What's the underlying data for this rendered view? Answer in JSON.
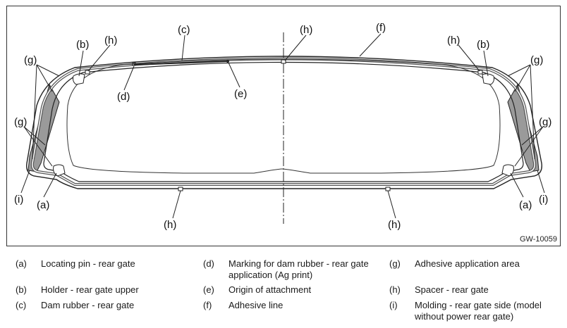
{
  "figure_id": "GW-10059",
  "callouts": {
    "a": "(a)",
    "b": "(b)",
    "c": "(c)",
    "d": "(d)",
    "e": "(e)",
    "f": "(f)",
    "g": "(g)",
    "h": "(h)",
    "i": "(i)"
  },
  "legend": [
    {
      "key": "(a)",
      "text": "Locating pin - rear gate"
    },
    {
      "key": "(b)",
      "text": "Holder - rear gate upper"
    },
    {
      "key": "(c)",
      "text": "Dam rubber - rear gate"
    },
    {
      "key": "(d)",
      "text": "Marking for dam rubber - rear gate application (Ag print)"
    },
    {
      "key": "(e)",
      "text": "Origin of attachment"
    },
    {
      "key": "(f)",
      "text": "Adhesive line"
    },
    {
      "key": "(g)",
      "text": "Adhesive application area"
    },
    {
      "key": "(h)",
      "text": "Spacer - rear gate"
    },
    {
      "key": "(i)",
      "text": "Molding - rear gate side (model without power rear gate)"
    }
  ]
}
